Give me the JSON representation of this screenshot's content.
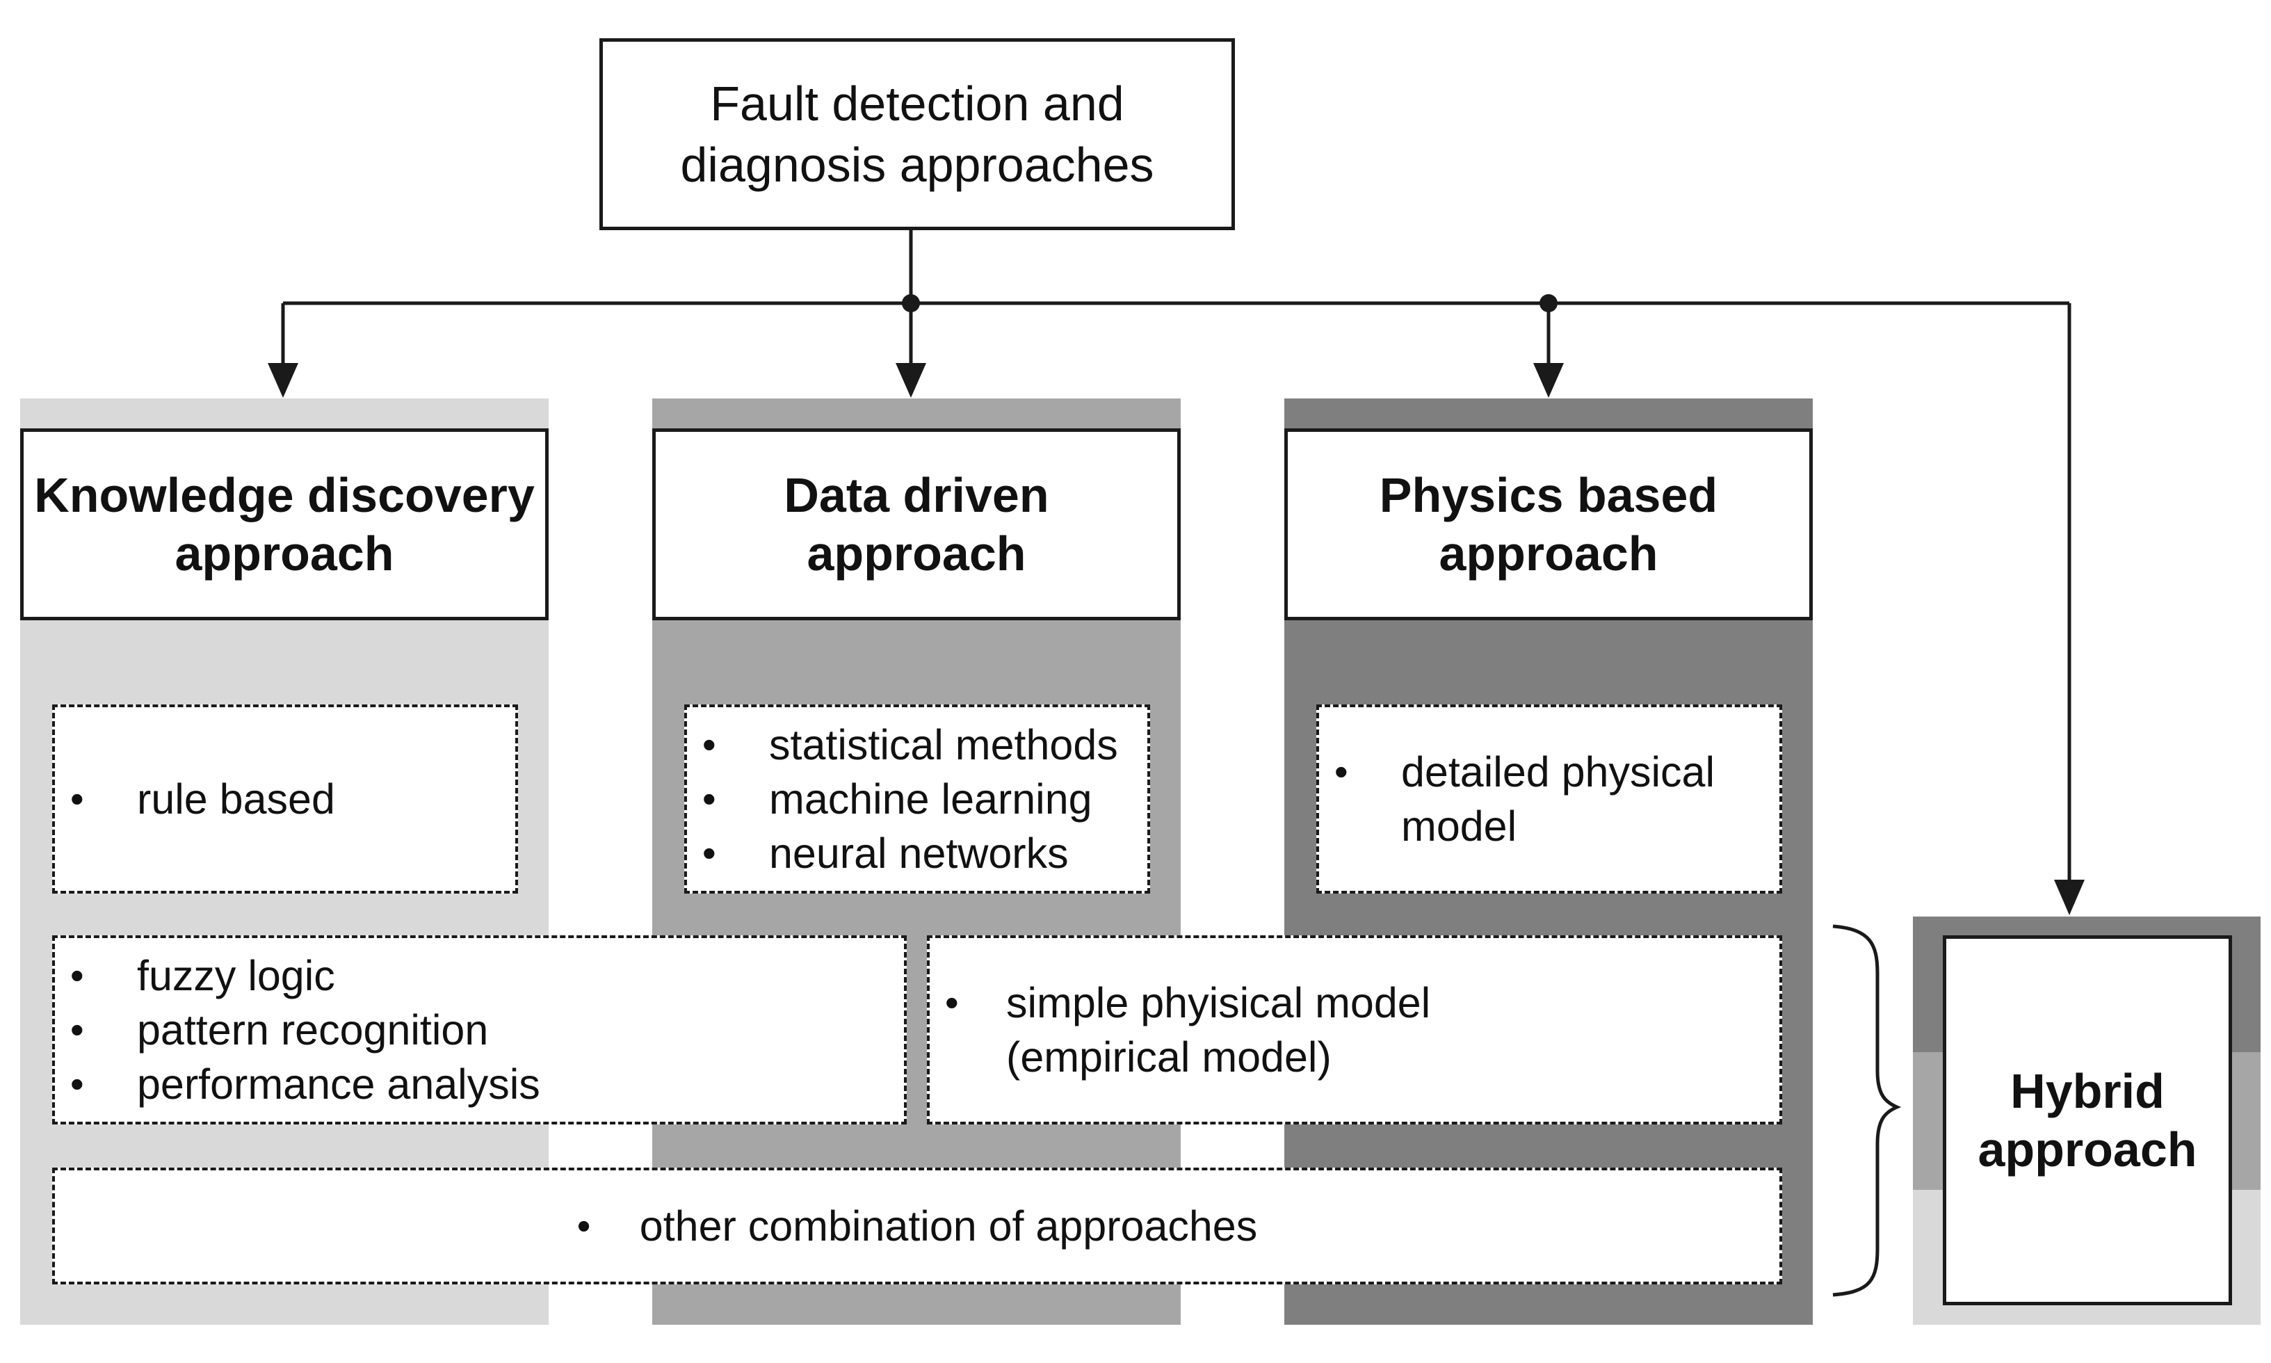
{
  "root": {
    "label": "Fault detection and\ndiagnosis approaches"
  },
  "approaches": [
    {
      "label": "Knowledge discovery\napproach",
      "shade": "#d9d9d9"
    },
    {
      "label": "Data driven\napproach",
      "shade": "#a6a6a6"
    },
    {
      "label": "Physics based\napproach",
      "shade": "#7f7f7f"
    },
    {
      "label": "Hybrid\napproach"
    }
  ],
  "methods": {
    "knowledge": [
      "rule based"
    ],
    "data_driven": [
      "statistical methods",
      "machine learning",
      "neural networks"
    ],
    "physics": [
      "detailed physical\nmodel"
    ],
    "knowledge_data_shared": [
      "fuzzy logic",
      "pattern recognition",
      "performance analysis"
    ],
    "data_physics_shared": [
      "simple phyisical model\n(empirical model)"
    ],
    "combination": [
      "other combination of approaches"
    ]
  }
}
